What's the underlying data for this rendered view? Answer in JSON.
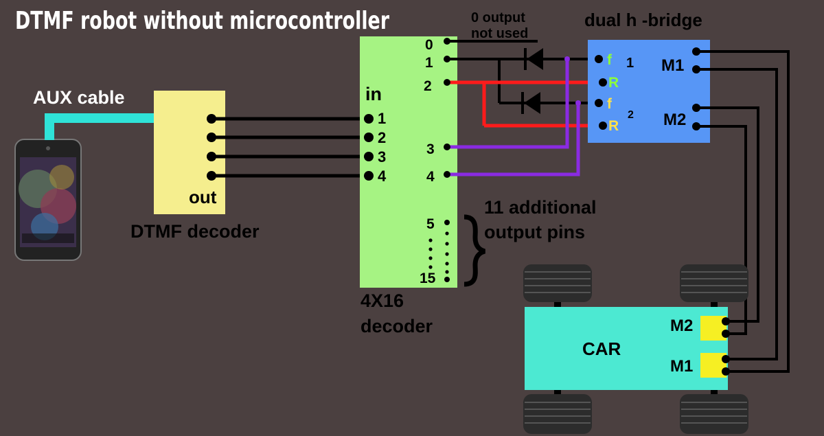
{
  "title": "DTMF robot  without microcontroller",
  "labels": {
    "aux_cable": "AUX cable",
    "dtmf_decoder": "DTMF decoder",
    "dtmf_out": "out",
    "decoder_in": "in",
    "decoder_name_line1": "4X16",
    "decoder_name_line2": "decoder",
    "hbridge": "dual h -bridge",
    "zero_note_line1": "0  output",
    "zero_note_line2": "not used",
    "additional_line1": "11 additional",
    "additional_line2": "output pins",
    "car": "CAR"
  },
  "decoder_inputs": [
    "1",
    "2",
    "3",
    "4"
  ],
  "decoder_outputs": {
    "o0": "0",
    "o1": "1",
    "o2": "2",
    "o3": "3",
    "o4": "4",
    "o5": "5",
    "o15": "15"
  },
  "hbridge_inputs": {
    "f1": "f",
    "r1": "R",
    "f2": "f",
    "r2": "R",
    "ch1": "1",
    "ch2": "2"
  },
  "hbridge_outputs": {
    "m1": "M1",
    "m2": "M2"
  },
  "car_terminals": {
    "m2": "M2",
    "m1": "M1"
  },
  "colors": {
    "background": "#4b4040",
    "phone_body": "#2a2a2a",
    "dtmf_block": "#f5ee8e",
    "decoder_block": "#a6f383",
    "hbridge_block": "#5796f6",
    "car_block": "#4ce9d2",
    "aux_cable": "#2fe3d8",
    "wire_black": "#000000",
    "wire_red": "#ff1b1b",
    "wire_purple": "#8a2be2",
    "label_green": "#8cff3a",
    "label_yellow": "#ffe14a",
    "motor_terminal": "#f6ef23"
  }
}
